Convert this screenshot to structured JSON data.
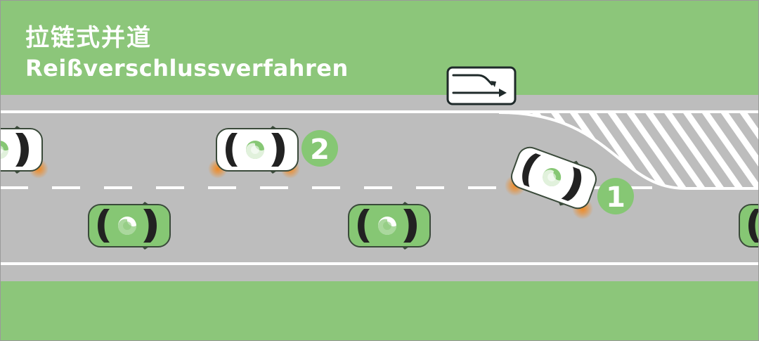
{
  "header": {
    "title_zh": "拉链式并道",
    "title_de": "Reißverschlussverfahren"
  },
  "sign": {
    "icon": "lane-merge-arrow-icon"
  },
  "markers": [
    {
      "id": "marker-1",
      "label": "1"
    },
    {
      "id": "marker-2",
      "label": "2"
    }
  ],
  "colors": {
    "grass": "#8cc67a",
    "road": "#bdbdbd",
    "lane_line": "#ffffff",
    "green_car": "#86c774",
    "white_car": "#ffffff",
    "indicator": "#f08a24",
    "marker": "#86c774",
    "tire": "#222222",
    "sign_border": "#1f2a2a"
  }
}
